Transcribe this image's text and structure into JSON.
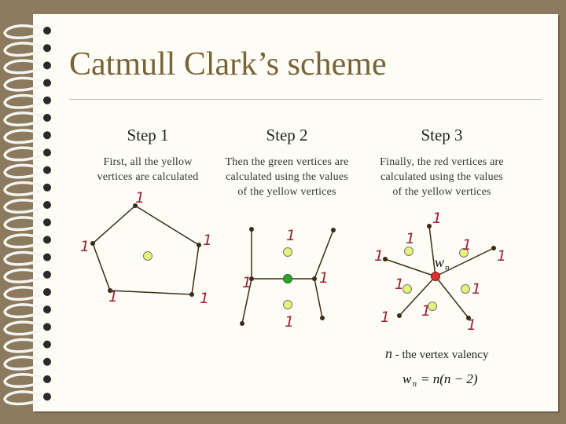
{
  "title": "Catmull Clark’s scheme",
  "steps": [
    {
      "title": "Step 1",
      "desc_lines": [
        "First, all the yellow",
        "vertices are calculated"
      ]
    },
    {
      "title": "Step 2",
      "desc_lines": [
        "Then the green vertices are",
        "calculated using the values",
        "of the yellow vertices"
      ]
    },
    {
      "title": "Step 3",
      "desc_lines": [
        "Finally, the red vertices are",
        "calculated using the values",
        "of the yellow vertices"
      ]
    }
  ],
  "weight_label": "1",
  "valency_var": "n",
  "valency_text": " - the vertex valency",
  "weight_symbol": "w",
  "weight_subscript": "n",
  "formula_lhs": "w",
  "formula_rhs": "= n(n − 2)",
  "colors": {
    "yellow": "#E8F27A",
    "green": "#2FA32F",
    "red": "#E03030",
    "edge": "#3B2A1A",
    "label": "#9B2335"
  }
}
